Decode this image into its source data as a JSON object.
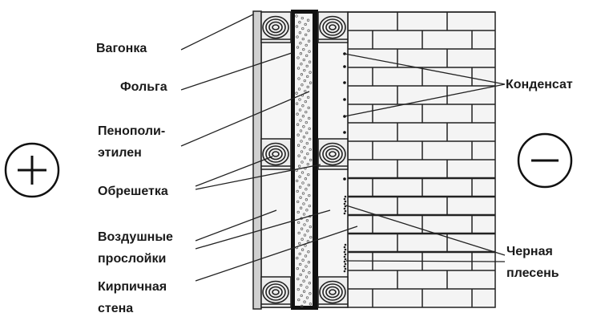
{
  "labels": {
    "vagonka": "Вагонка",
    "folga": "Фольга",
    "penopolietilen_1": "Пенополи-",
    "penopolietilen_2": "этилен",
    "obreshetka": "Обрешетка",
    "vozdushnye_1": "Воздушные",
    "vozdushnye_2": "прослойки",
    "kirpichnaya_1": "Кирпичная",
    "kirpichnaya_2": "стена",
    "kondensat": "Конденсат",
    "plesen_1": "Черная",
    "plesen_2": "плесень"
  },
  "signs": {
    "warm": "+",
    "cold": "−"
  },
  "colors": {
    "line": "#1a1a1a",
    "fill": "#f4f4f4",
    "strip": "#d0d0d0"
  }
}
